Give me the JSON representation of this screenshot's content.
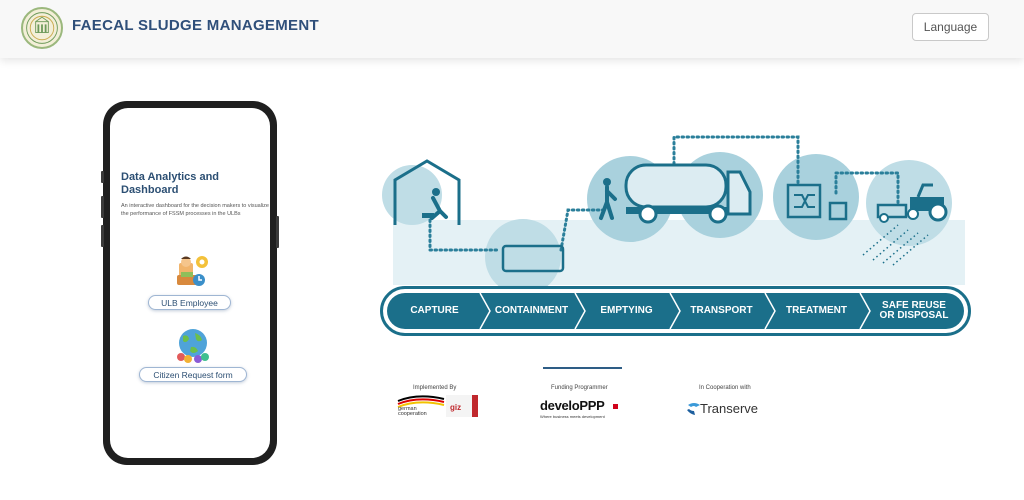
{
  "header": {
    "title": "FAECAL SLUDGE MANAGEMENT",
    "language_label": "Language"
  },
  "phone": {
    "title": "Data Analytics and Dashboard",
    "description": "An interactive dashboard for the decision makers to visualize the performance of FSSM processes in the ULBs",
    "buttons": [
      {
        "label": "ULB Employee",
        "icon": "employee-icon"
      },
      {
        "label": "Citizen Request form",
        "icon": "citizen-globe-icon"
      }
    ]
  },
  "process": {
    "steps": [
      "CAPTURE",
      "CONTAINMENT",
      "EMPTYING",
      "TRANSPORT",
      "TREATMENT",
      "SAFE REUSE OR DISPOSAL"
    ],
    "colors": {
      "primary": "#1b6f8a",
      "light": "#bfdde6",
      "circle": "#a9d1dd",
      "line": "#2a7f9a"
    }
  },
  "partners": [
    {
      "caption": "Implemented By",
      "logo": "german-cooperation-giz-logo",
      "logo_text": "german cooperation",
      "logo_text2": "giz"
    },
    {
      "caption": "Funding Programmer",
      "logo": "developpp-logo",
      "logo_text": "develoPPP",
      "tagline": "Where business meets development"
    },
    {
      "caption": "In Cooperation with",
      "logo": "transerve-logo",
      "logo_text": "Transerve"
    }
  ]
}
